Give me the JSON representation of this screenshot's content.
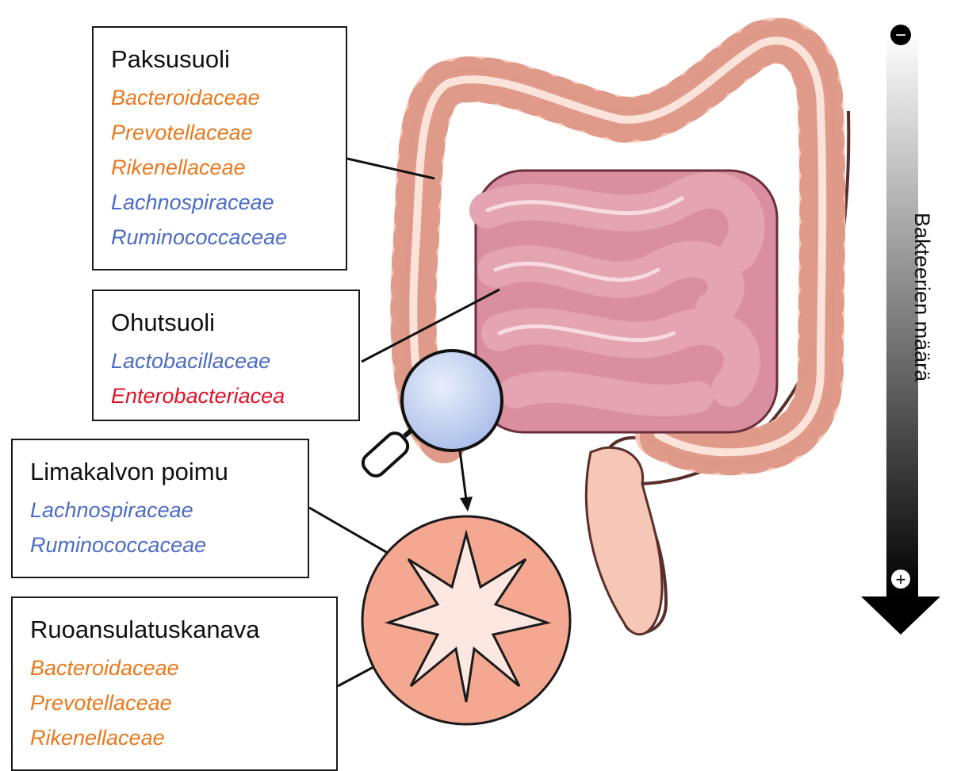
{
  "colors": {
    "orange": "#E8791E",
    "blue": "#4C6CC4",
    "red": "#E0122A",
    "intestine_small": "#E4A4B2",
    "intestine_large": "#F6C6B6",
    "section_fill": "#F4A892",
    "magnifier_lens": "#B8C8EC"
  },
  "panels": {
    "paksusuoli": {
      "title": "Paksusuoli",
      "families": [
        {
          "name": "Bacteroidaceae",
          "color": "#E8791E"
        },
        {
          "name": "Prevotellaceae",
          "color": "#E8791E"
        },
        {
          "name": "Rikenellaceae",
          "color": "#E8791E"
        },
        {
          "name": "Lachnospiraceae",
          "color": "#4C6CC4"
        },
        {
          "name": "Ruminococcaceae",
          "color": "#4C6CC4"
        }
      ]
    },
    "ohutsuoli": {
      "title": "Ohutsuoli",
      "families": [
        {
          "name": "Lactobacillaceae",
          "color": "#4C6CC4"
        },
        {
          "name": "Enterobacteriacea",
          "color": "#E0122A"
        }
      ]
    },
    "limakalvon_poimu": {
      "title": "Limakalvon poimu",
      "families": [
        {
          "name": "Lachnospiraceae",
          "color": "#4C6CC4"
        },
        {
          "name": "Ruminococcaceae",
          "color": "#4C6CC4"
        }
      ]
    },
    "ruoansulatuskanava": {
      "title": "Ruoansulatuskanava",
      "families": [
        {
          "name": "Bacteroidaceae",
          "color": "#E8791E"
        },
        {
          "name": "Prevotellaceae",
          "color": "#E8791E"
        },
        {
          "name": "Rikenellaceae",
          "color": "#E8791E"
        }
      ]
    }
  },
  "gradient_scale": {
    "label": "Bakteerien määrä",
    "top_symbol": "−",
    "bottom_symbol": "+"
  }
}
